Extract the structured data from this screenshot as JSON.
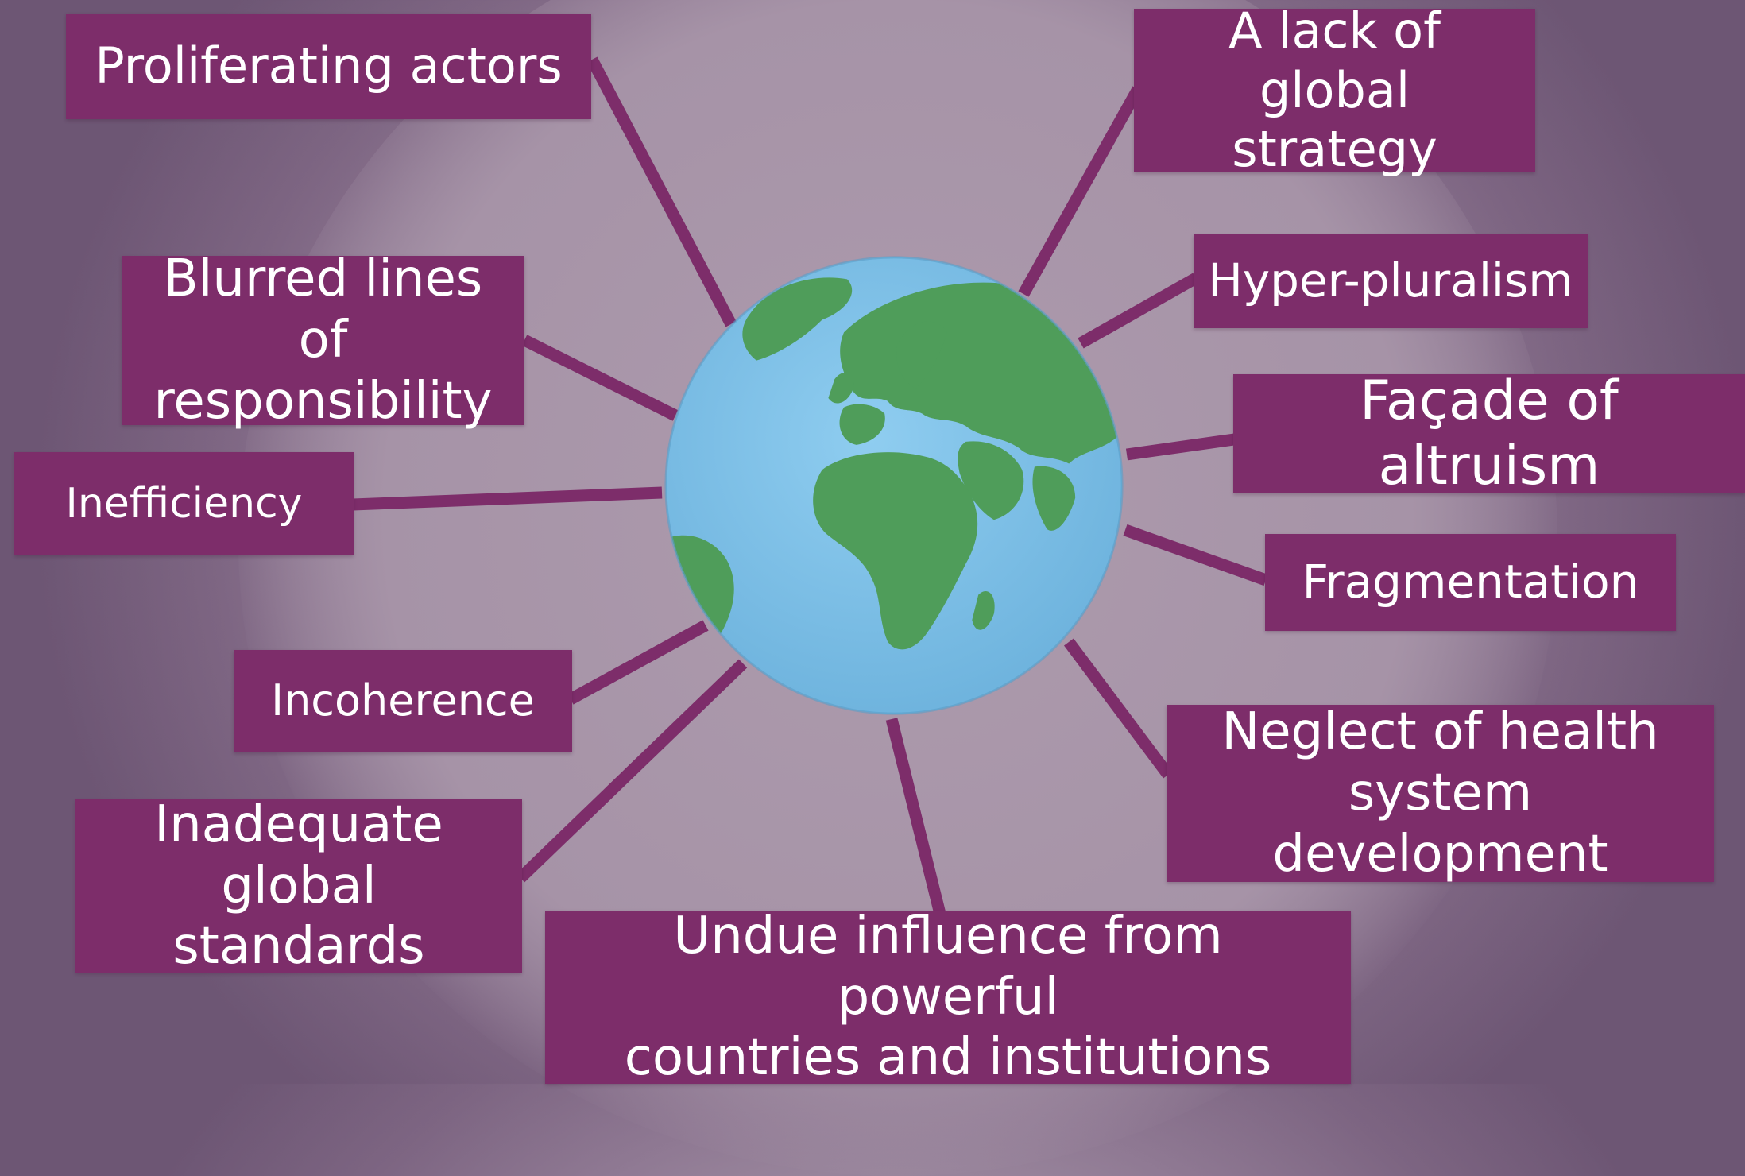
{
  "center": {
    "icon": "globe-icon"
  },
  "labels": {
    "proliferating_actors": "Proliferating actors",
    "lack_global_strategy": "A lack of global\nstrategy",
    "hyper_pluralism": "Hyper-pluralism",
    "blurred_lines": "Blurred lines\nof responsibility",
    "facade_altruism": "Façade of altruism",
    "inefficiency": "Inefficiency",
    "fragmentation": "Fragmentation",
    "incoherence": "Incoherence",
    "neglect_health": "Neglect of health\nsystem development",
    "inadequate_standards": "Inadequate\nglobal standards",
    "undue_influence": "Undue influence from powerful\ncountries and institutions"
  },
  "colors": {
    "box": "#7d2d6a",
    "connector": "#7d2d6a",
    "ocean": "#7cc0e6",
    "land": "#4f9d5a",
    "background": "#a795a8"
  }
}
